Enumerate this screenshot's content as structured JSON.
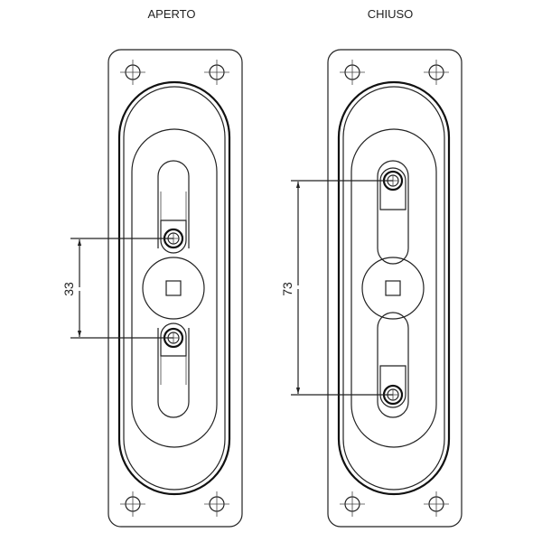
{
  "diagram": {
    "left": {
      "title": "APERTO",
      "dimension": "33"
    },
    "right": {
      "title": "CHIUSO",
      "dimension": "73"
    }
  }
}
